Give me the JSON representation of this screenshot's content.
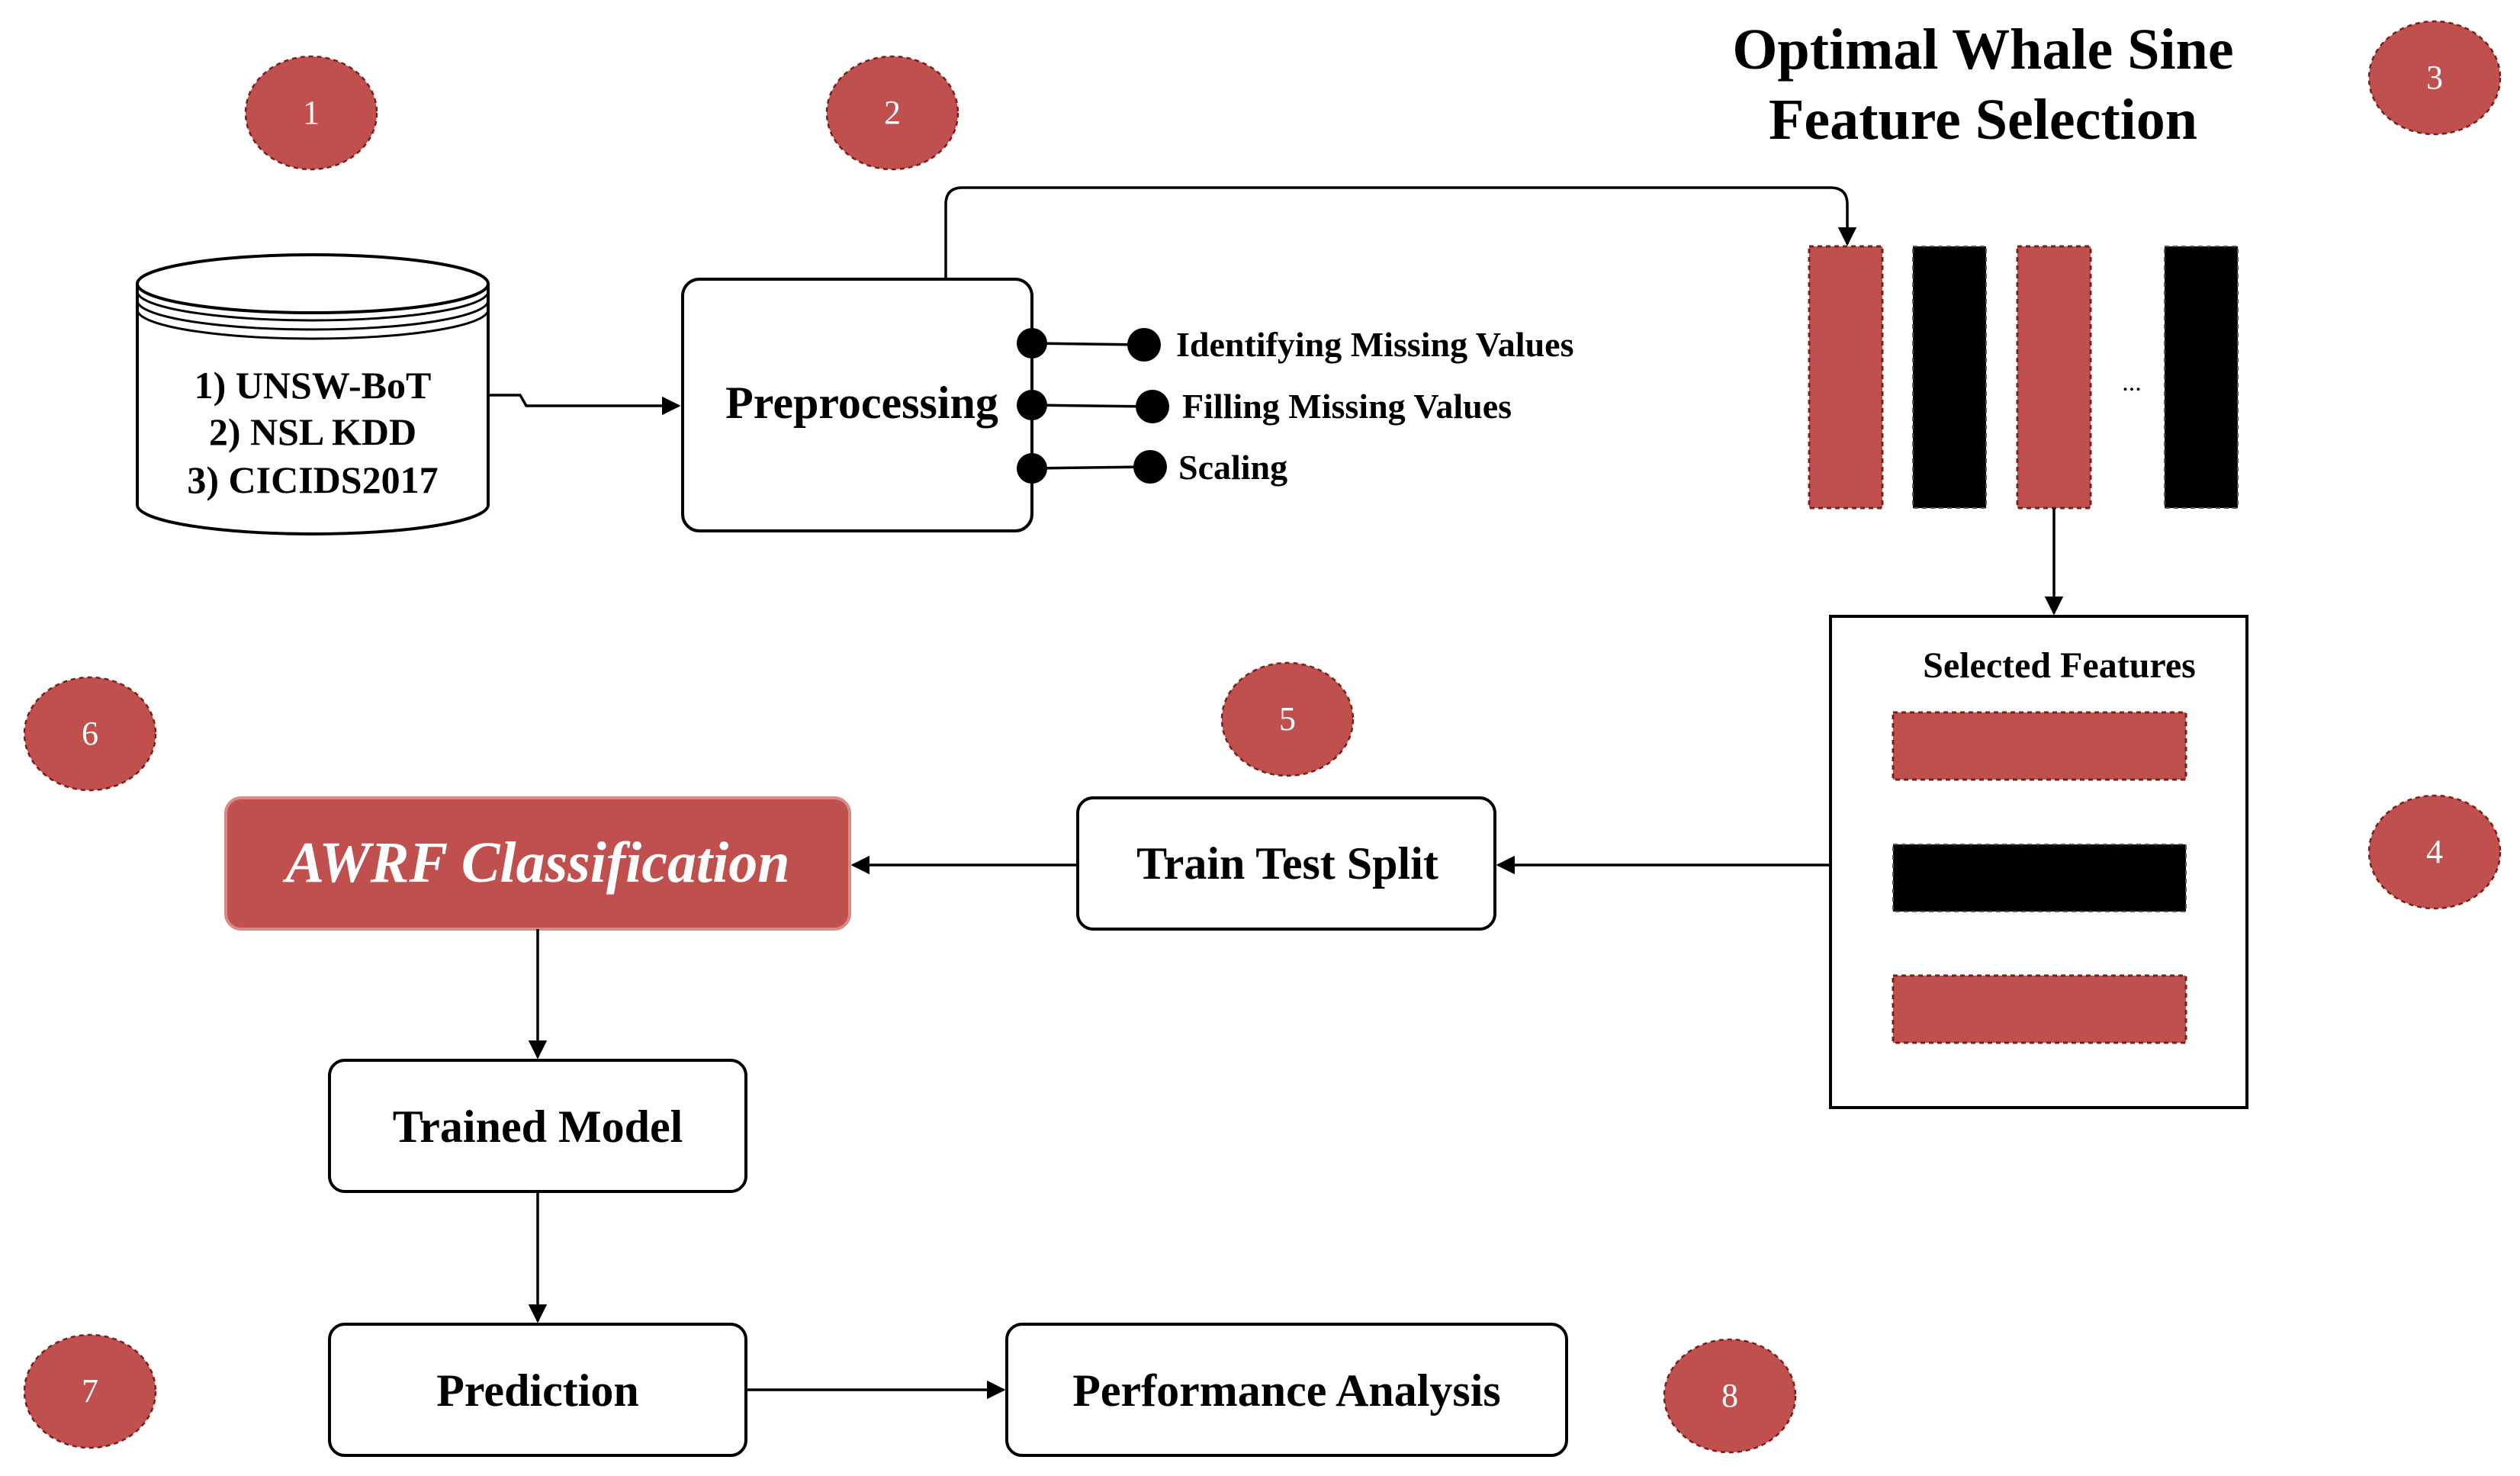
{
  "colors": {
    "accent_red": "#c0504d",
    "black": "#000000",
    "white": "#ffffff",
    "border_red": "#7a1f1a"
  },
  "title": {
    "line1": "Optimal Whale Sine",
    "line2": "Feature Selection"
  },
  "badges": [
    "1",
    "2",
    "3",
    "4",
    "5",
    "6",
    "7",
    "8"
  ],
  "dataset": {
    "items": [
      "1) UNSW-BoT",
      "2) NSL KDD",
      "3) CICIDS2017"
    ]
  },
  "preprocessing": {
    "label": "Preprocessing",
    "steps": [
      "Identifying Missing Values",
      "Filling Missing Values",
      "Scaling"
    ]
  },
  "feature_columns": {
    "pattern": [
      "red",
      "black",
      "red",
      "black"
    ],
    "ellipsis": "..."
  },
  "selected_features": {
    "label": "Selected Features",
    "bars": [
      "red",
      "black",
      "red"
    ]
  },
  "train_test_split": {
    "label": "Train Test Split"
  },
  "classification": {
    "label": "AWRF Classification"
  },
  "trained_model": {
    "label": "Trained Model"
  },
  "prediction": {
    "label": "Prediction"
  },
  "performance": {
    "label": "Performance Analysis"
  }
}
